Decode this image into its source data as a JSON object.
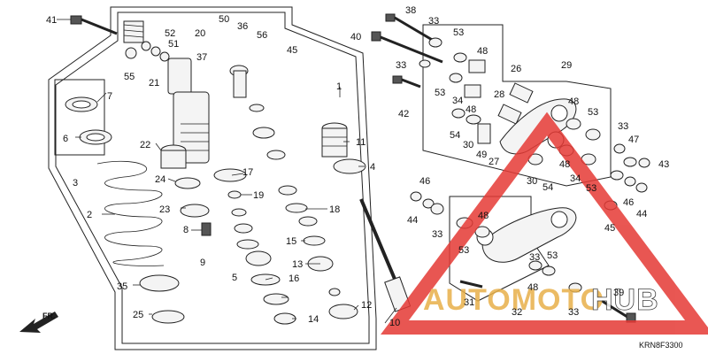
{
  "diagram": {
    "code": "KRN8F3300",
    "front_label": "FR.",
    "watermark": {
      "word1": "AUTOMOTO",
      "word2": "HUB",
      "color1": "#e8b04a",
      "color2": "#ffffff",
      "triangle_color": "#e53935"
    },
    "labels": [
      "41",
      "52",
      "51",
      "20",
      "50",
      "36",
      "56",
      "45",
      "55",
      "21",
      "37",
      "7",
      "1",
      "6",
      "22",
      "11",
      "17",
      "4",
      "3",
      "24",
      "19",
      "18",
      "23",
      "2",
      "8",
      "15",
      "9",
      "5",
      "16",
      "13",
      "35",
      "14",
      "12",
      "25",
      "10",
      "38",
      "33",
      "40",
      "53",
      "48",
      "33",
      "53",
      "34",
      "48",
      "42",
      "26",
      "28",
      "29",
      "48",
      "53",
      "54",
      "30",
      "33",
      "47",
      "43",
      "49",
      "27",
      "30",
      "54",
      "48",
      "34",
      "53",
      "46",
      "44",
      "46",
      "44",
      "33",
      "48",
      "45",
      "53",
      "33",
      "53",
      "31",
      "48",
      "32",
      "39",
      "33"
    ]
  }
}
